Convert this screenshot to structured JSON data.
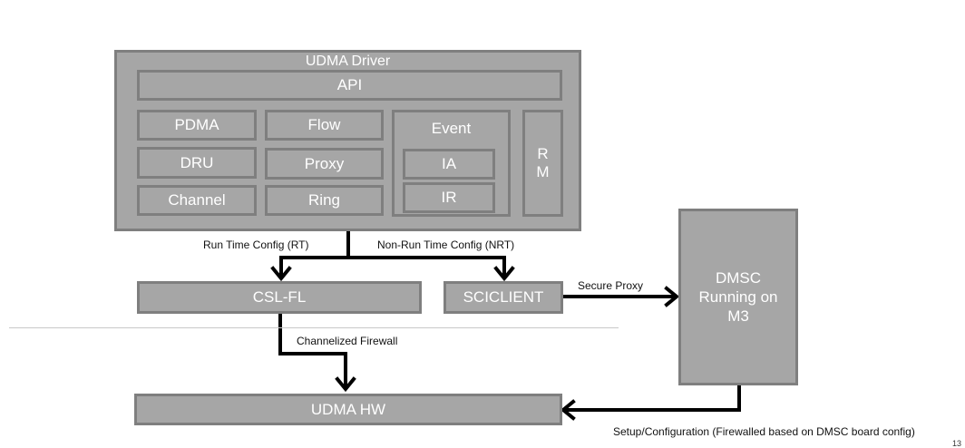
{
  "driver": {
    "title": "UDMA Driver",
    "api": "API",
    "modules": {
      "pdma": "PDMA",
      "flow": "Flow",
      "dru": "DRU",
      "proxy": "Proxy",
      "channel": "Channel",
      "ring": "Ring",
      "event": "Event",
      "ia": "IA",
      "ir": "IR",
      "rm_line1": "R",
      "rm_line2": "M"
    }
  },
  "blocks": {
    "csl_fl": "CSL-FL",
    "sciclient": "SCICLIENT",
    "udma_hw": "UDMA HW",
    "dmsc_line1": "DMSC",
    "dmsc_line2": "Running on",
    "dmsc_line3": "M3"
  },
  "labels": {
    "rt": "Run Time Config (RT)",
    "nrt": "Non-Run Time Config (NRT)",
    "secure_proxy": "Secure Proxy",
    "channelized_firewall": "Channelized Firewall",
    "setup_config": "Setup/Configuration (Firewalled based on DMSC board config)"
  },
  "page_number": "13"
}
